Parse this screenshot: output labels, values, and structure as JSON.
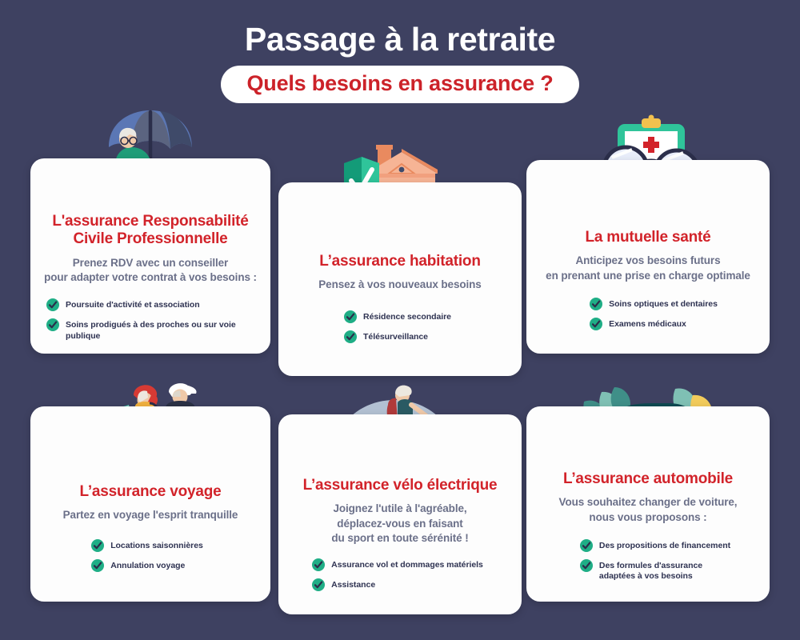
{
  "header": {
    "title": "Passage à la retraite",
    "subtitle_pill": "Quels besoins en assurance ?"
  },
  "colors": {
    "background": "#3e4161",
    "card": "#fdfdfd",
    "title_red": "#d2232a",
    "pill_red": "#cc2229",
    "subtitle_gray": "#6b7089",
    "bullet_text": "#2f3352",
    "check_green": "#1fae86",
    "check_mark": "#2b2e4a"
  },
  "cards": [
    {
      "id": "rcpro",
      "icon": "person-under-umbrella-icon",
      "title": "L'assurance Responsabilité\nCivile Professionnelle",
      "title_line1": "L'assurance Responsabilité",
      "title_line2": "Civile Professionnelle",
      "subtitle_line1": "Prenez RDV avec un conseiller",
      "subtitle_line2": "pour adapter votre contrat à vos besoins :",
      "bullets": [
        "Poursuite d'activité et association",
        "Soins prodigués à des proches ou sur voie publique"
      ]
    },
    {
      "id": "habitation",
      "icon": "house-with-shield-icon",
      "title_line1": "L’assurance habitation",
      "title_line2": "",
      "subtitle_line1": "Pensez à vos nouveaux besoins",
      "subtitle_line2": "",
      "bullets": [
        "Résidence secondaire",
        "Télésurveillance"
      ]
    },
    {
      "id": "sante",
      "icon": "clipboard-glasses-icon",
      "title_line1": "La mutuelle santé",
      "title_line2": "",
      "subtitle_line1": "Anticipez vos besoins futurs",
      "subtitle_line2": "en prenant une prise en charge optimale",
      "bullets": [
        "Soins optiques et dentaires",
        "Examens médicaux"
      ]
    },
    {
      "id": "voyage",
      "icon": "two-travelers-icon",
      "title_line1": "L’assurance voyage",
      "title_line2": "",
      "subtitle_line1": "Partez en voyage l'esprit tranquille",
      "subtitle_line2": "",
      "bullets": [
        "Locations saisonnières",
        "Annulation voyage"
      ]
    },
    {
      "id": "velo",
      "icon": "cyclist-on-bicycle-icon",
      "title_line1": "L’assurance vélo électrique",
      "title_line2": "",
      "subtitle_line1": "Joignez l'utile à l'agréable,",
      "subtitle_line2": "déplacez-vous en faisant",
      "subtitle_line3": "du sport en toute sérénité !",
      "bullets": [
        "Assurance vol et dommages matériels",
        "Assistance"
      ]
    },
    {
      "id": "automobile",
      "icon": "car-with-leaves-icon",
      "title_line1": "L’assurance automobile",
      "title_line2": "",
      "subtitle_line1": "Vous souhaitez changer de voiture,",
      "subtitle_line2": "nous vous proposons :",
      "bullets": [
        "Des propositions de financement",
        "Des formules d'assurance\nadaptées à vos besoins"
      ],
      "bullets_multiline": [
        [
          "Des propositions de financement"
        ],
        [
          "Des formules d'assurance",
          "adaptées à vos besoins"
        ]
      ]
    }
  ]
}
